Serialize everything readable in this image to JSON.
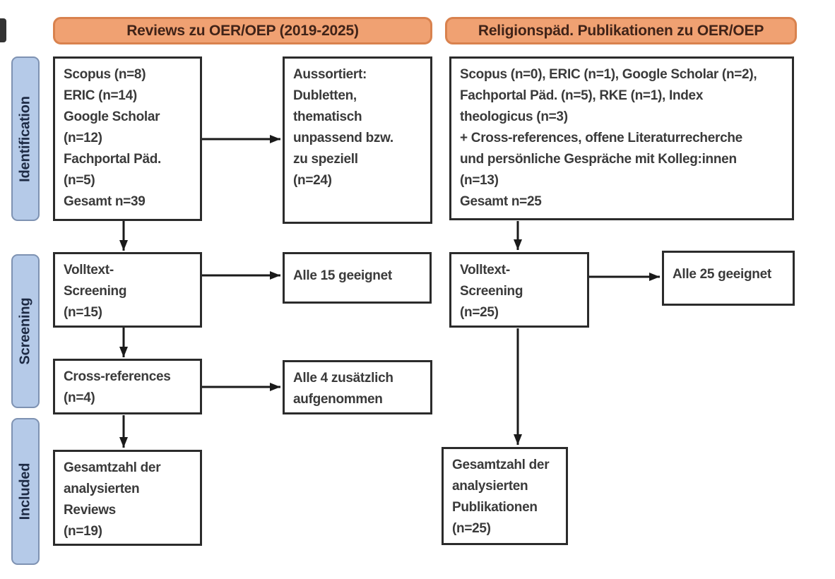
{
  "colors": {
    "header_fill": "#f0a172",
    "header_border": "#d9824e",
    "header_text": "#402318",
    "stage_fill": "#b5cae8",
    "stage_border": "#7e92b2",
    "stage_text": "#1d2a44",
    "box_border": "#2b2b2b",
    "box_text": "#3a3a3a",
    "arrow": "#1a1a1a"
  },
  "headers": {
    "left": "Reviews zu OER/OEP (2019-2025)",
    "right": "Religionspäd. Publikationen zu OER/OEP"
  },
  "stages": {
    "identification": "Identification",
    "screening": "Screening",
    "included": "Included"
  },
  "nodes": {
    "left_sources": "Scopus (n=8)\nERIC (n=14)\nGoogle Scholar\n(n=12)\nFachportal Päd.\n(n=5)\nGesamt n=39",
    "left_excluded": "Aussortiert:\nDubletten,\nthematisch\nunpassend bzw.\nzu speziell\n(n=24)",
    "left_fulltext": "Volltext-\nScreening\n(n=15)",
    "left_fulltext_result": "Alle 15 geeignet",
    "left_crossref": "Cross-references\n(n=4)",
    "left_crossref_result": "Alle 4 zusätzlich\naufgenommen",
    "left_included": "Gesamtzahl der\nanalysierten\nReviews\n(n=19)",
    "right_sources": "Scopus (n=0), ERIC (n=1), Google Scholar (n=2),\nFachportal Päd. (n=5), RKE (n=1), Index\ntheologicus (n=3)\n+ Cross-references, offene Literaturrecherche\nund persönliche Gespräche mit Kolleg:innen\n(n=13)\nGesamt n=25",
    "right_fulltext": "Volltext-\nScreening\n(n=25)",
    "right_fulltext_result": "Alle 25 geeignet",
    "right_included": "Gesamtzahl der\nanalysierten\nPublikationen\n(n=25)"
  }
}
